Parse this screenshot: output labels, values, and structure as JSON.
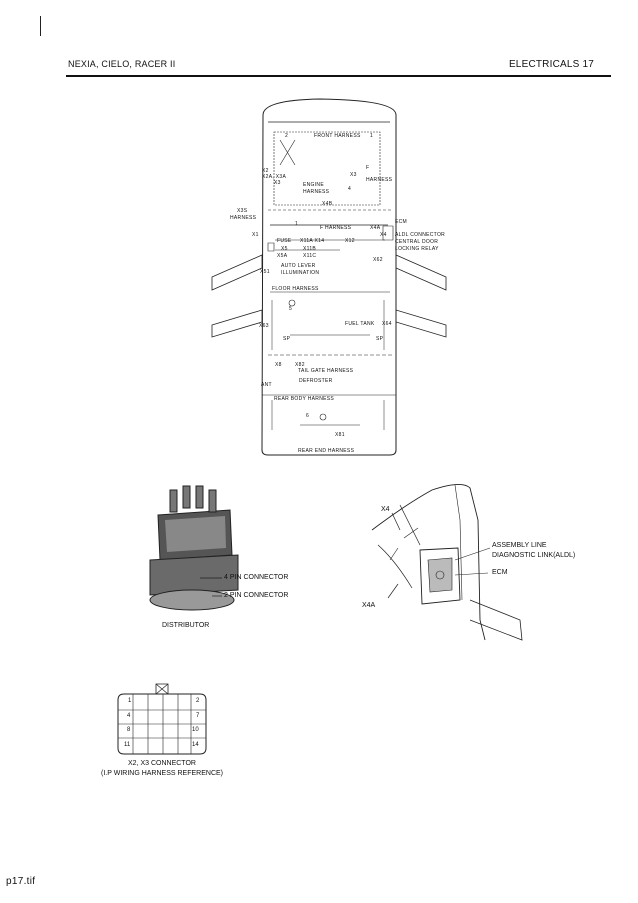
{
  "header": {
    "models": "NEXIA, CIELO, RACER II",
    "section": "ELECTRICALS 17"
  },
  "harness_diagram": {
    "labels": {
      "n2": "2",
      "front_harness": "FRONT HARNESS",
      "n1": "1",
      "x2": "X2",
      "x2a_x3a": "X2A, X3A",
      "x3": "X3",
      "x3_right": "X3",
      "f": "F",
      "harness_f": "HARNESS",
      "engine": "ENGINE",
      "engine_harness": "HARNESS",
      "n4": "4",
      "x4b": "X4B",
      "x3s": "X3S",
      "x3s_harness": "HARNESS",
      "ecm": "ECM",
      "x1": "X1",
      "n1b": "1",
      "f_harness": "F HARNESS",
      "x4a": "X4A",
      "x4": "X4",
      "aldl_connector": "ALDL CONNECTOR",
      "fuse": "FUSE",
      "x11_x14": "X11A X14",
      "x12": "X12",
      "central_door": "CENTRAL DOOR",
      "locking_relay": "LOCKING RELAY",
      "x5": "X5",
      "x11b": "X11B",
      "x5a": "X5A",
      "x11c": "X11C",
      "x62": "X62",
      "x51": "X51",
      "auto_lever": "AUTO LEVER",
      "illumination": "ILLUMINATION",
      "floor_harness": "FLOOR HARNESS",
      "n5": "5",
      "x63": "X63",
      "fuel_tank": "FUEL TANK",
      "x64": "X64",
      "sp_left": "SP",
      "sp_right": "SP",
      "x8": "X8",
      "x82": "X82",
      "tail_gate_harness": "TAIL GATE HARNESS",
      "defroster": "DEFROSTER",
      "ant": "ANT",
      "rear_body_harness": "REAR BODY HARNESS",
      "n6": "6",
      "x81": "X81",
      "rear_end_harness": "REAR END HARNESS"
    }
  },
  "distributor": {
    "pin4": "4 PIN CONNECTOR",
    "pin2": "2 PIN CONNECTOR",
    "caption": "DISTRIBUTOR"
  },
  "ecm_figure": {
    "x4": "X4",
    "aldl_line1": "ASSEMBLY LINE",
    "aldl_line2": "DIAGNOSTIC LINK(ALDL)",
    "ecm": "ECM",
    "x4a": "X4A"
  },
  "connector": {
    "pins": {
      "p1": "1",
      "p2": "2",
      "p4": "4",
      "p7": "7",
      "p8": "8",
      "p10": "10",
      "p11": "11",
      "p14": "14"
    },
    "caption_line1": "X2, X3 CONNECTOR",
    "caption_line2": "(I.P WIRING HARNESS REFERENCE)"
  },
  "footer": {
    "filename": "p17.tif"
  }
}
